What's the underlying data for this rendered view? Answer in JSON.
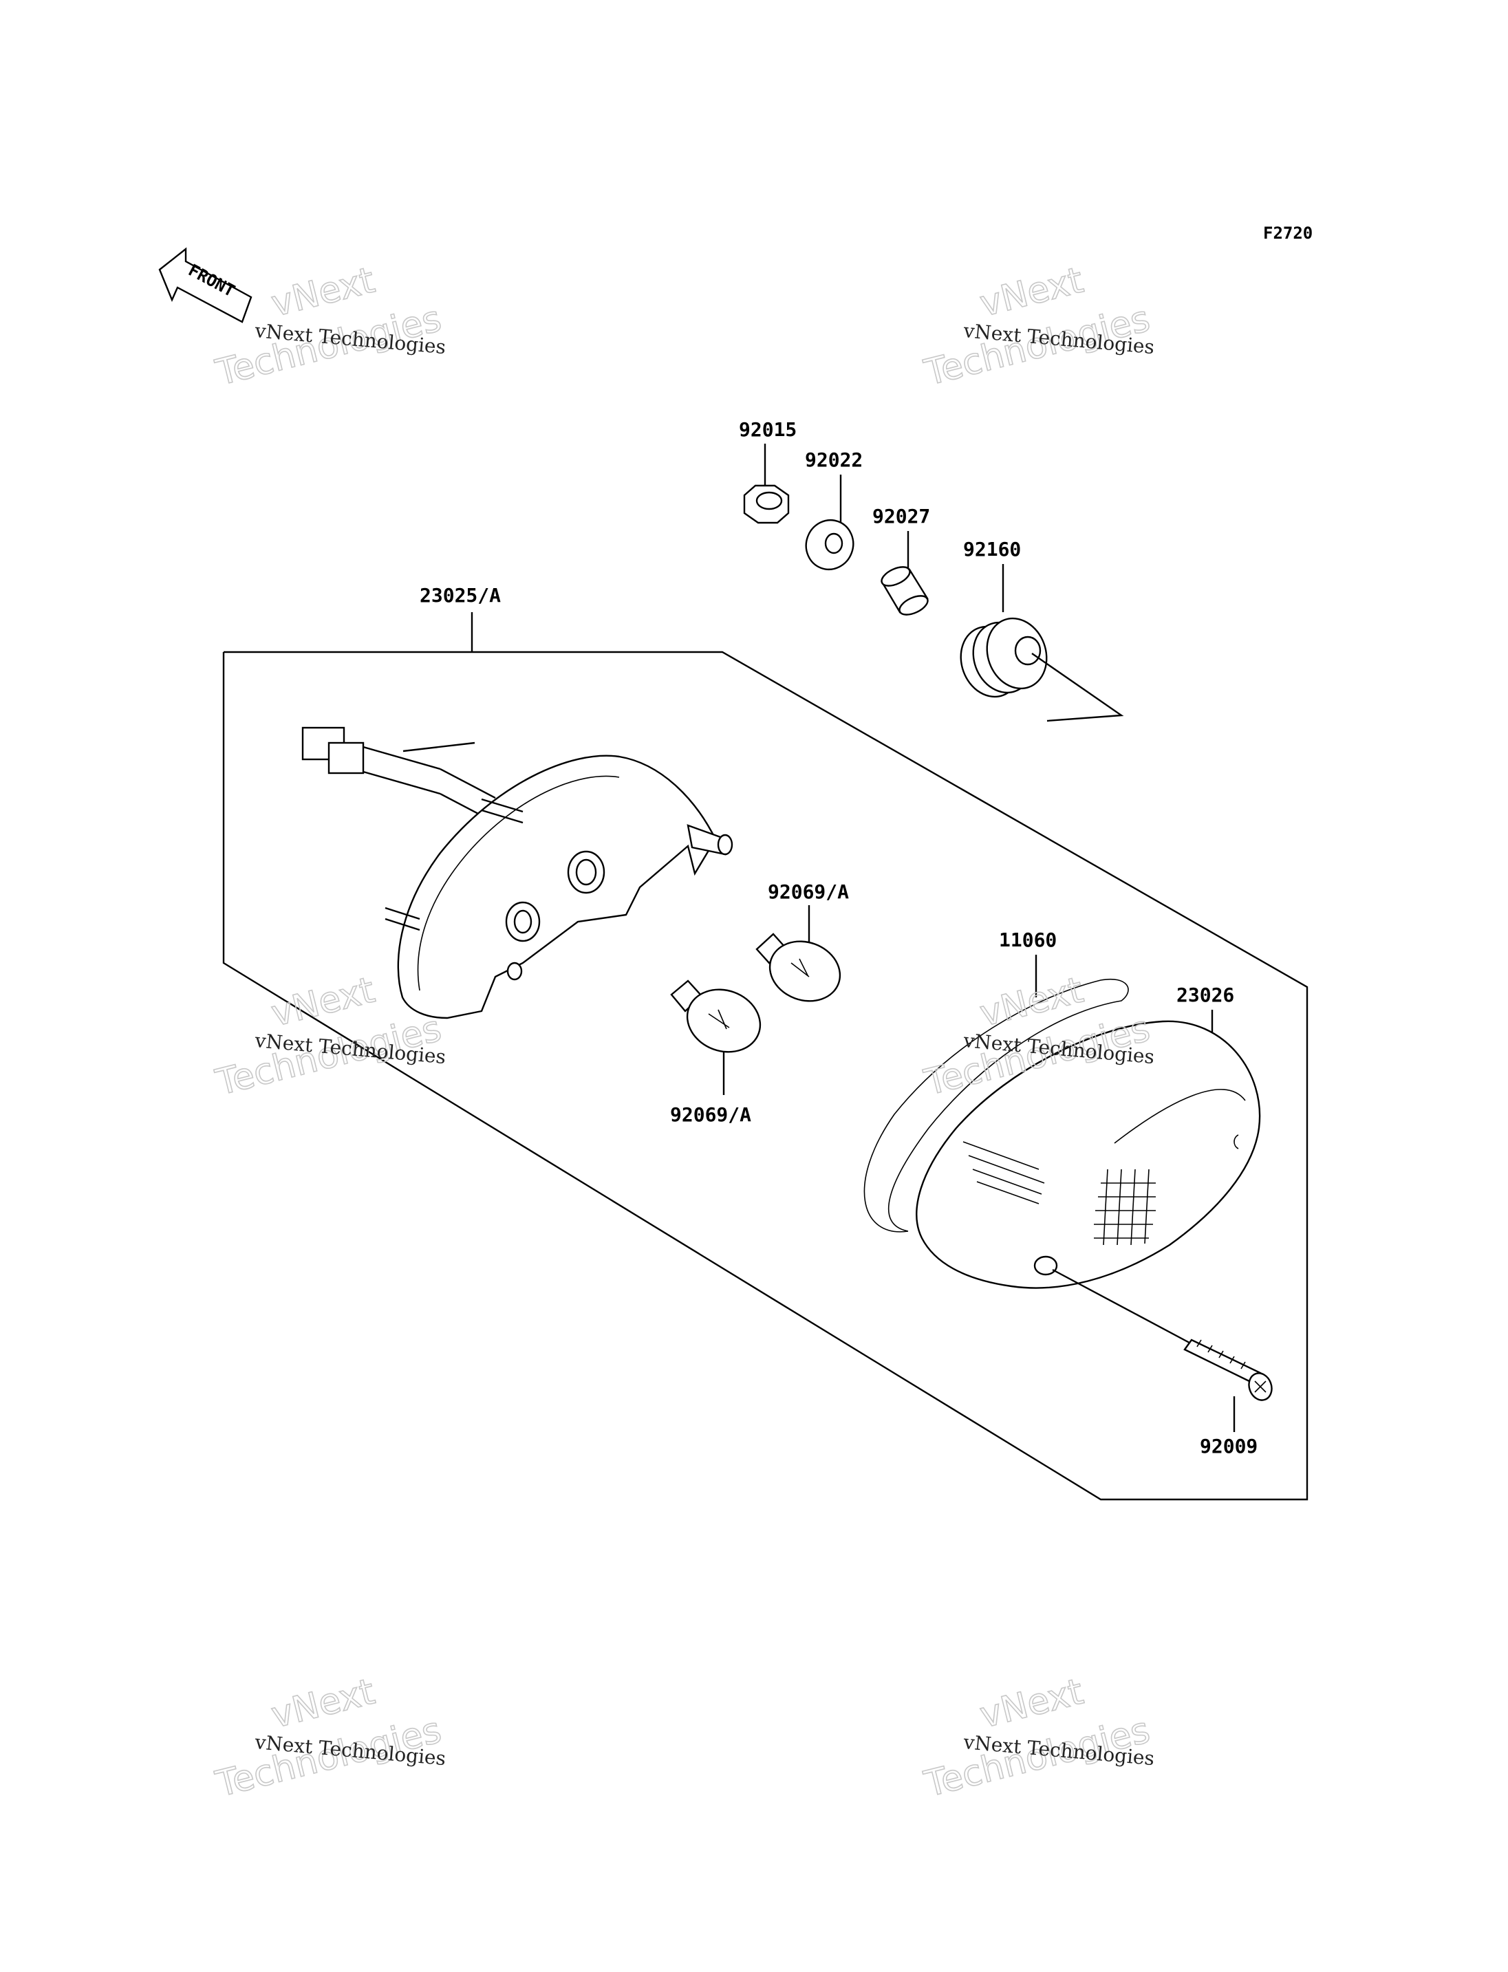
{
  "diagram": {
    "code": "F2720",
    "front_label": "FRONT",
    "parts": {
      "p92015": "92015",
      "p92022": "92022",
      "p92027": "92027",
      "p92160": "92160",
      "p23025A": "23025/A",
      "p92069A_top": "92069/A",
      "p92069A_bottom": "92069/A",
      "p11060": "11060",
      "p23026": "23026",
      "p92009": "92009"
    }
  },
  "watermark": {
    "small": "vNext Technologies",
    "big_line1": "vNext",
    "big_line2": "Technologies"
  }
}
